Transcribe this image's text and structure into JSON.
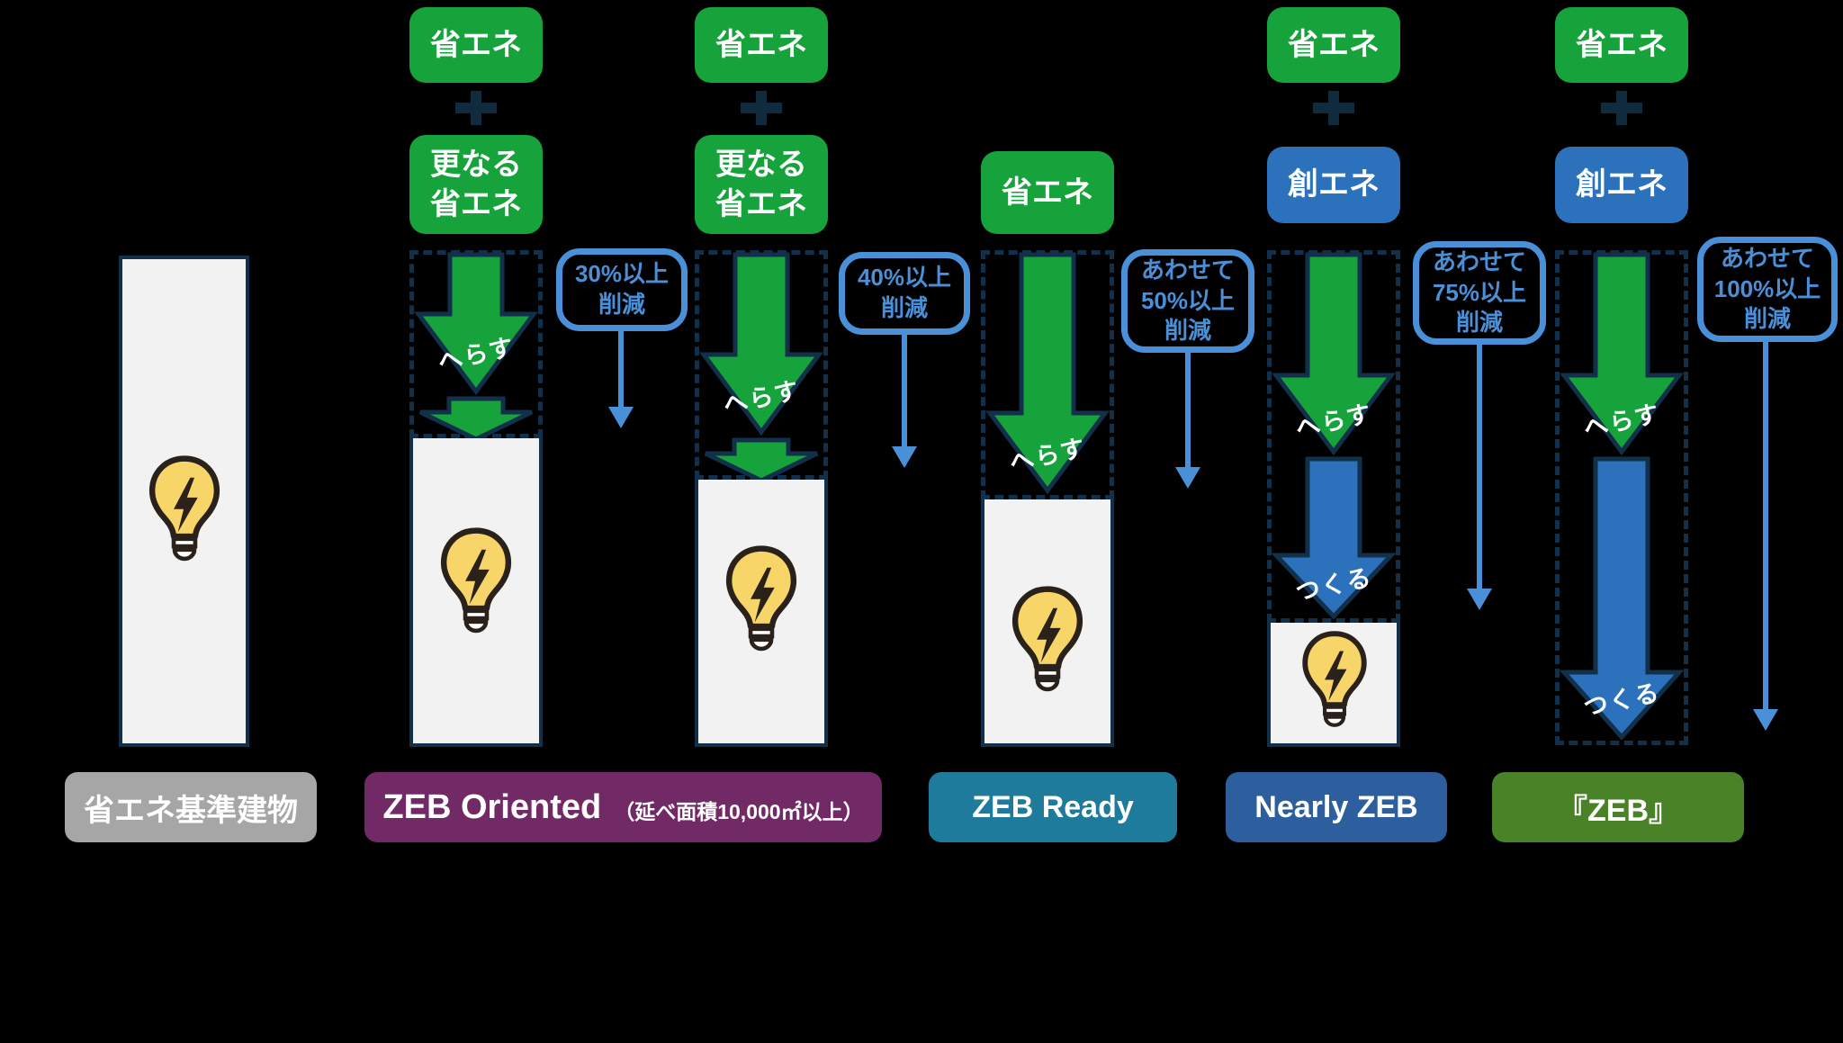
{
  "colors": {
    "energy_green": "#17A33C",
    "energy_blue": "#2B71BC",
    "outline_navy": "#12304A",
    "callout_blue": "#4A90D9",
    "bar_fill": "#F2F2F2",
    "label_gray": "#A6A6A6",
    "label_purple": "#722A66",
    "label_teal": "#1E7B9C",
    "label_blue": "#2D5F9E",
    "label_green": "#4A8228",
    "bulb_yellow": "#F8D568"
  },
  "boxes": {
    "save": "省エネ",
    "more_save": "更なる\n省エネ",
    "create": "創エネ"
  },
  "arrow_labels": {
    "reduce": "へらす",
    "create": "つくる"
  },
  "callouts": {
    "c30": "30%以上\n削減",
    "c40": "40%以上\n削減",
    "c50": "あわせて\n50%以上\n削減",
    "c75": "あわせて\n75%以上\n削減",
    "c100": "あわせて\n100%以上\n削減"
  },
  "labels": {
    "baseline": "省エネ基準建物",
    "zeb_oriented": "ZEB Oriented",
    "zeb_oriented_note": "（延べ面積10,000㎡以上）",
    "zeb_ready": "ZEB Ready",
    "nearly_zeb": "Nearly ZEB",
    "zeb": "『ZEB』"
  }
}
